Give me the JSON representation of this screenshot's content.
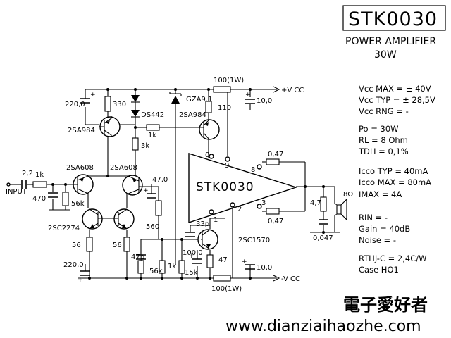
{
  "title": {
    "part": "STK0030",
    "line1": "POWER AMPLIFIER",
    "line2": "30W"
  },
  "specs": {
    "vcc_max": "Vcc MAX = ± 40V",
    "vcc_typ": "Vcc TYP = ± 28,5V",
    "vcc_rng": "Vcc RNG = -",
    "po": "Po = 30W",
    "rl": "RL = 8 Ohm",
    "tdh": "TDH = 0,1%",
    "icco_typ": "Icco TYP = 40mA",
    "icco_max": "Icco MAX = 80mA",
    "imax": "IMAX = 4A",
    "rin": "RIN = -",
    "gain": "Gain = 40dB",
    "noise": "Noise = -",
    "rthj": "RTHJ-C = 2,4C/W",
    "case": "Case HO1"
  },
  "ic_label": "STK0030",
  "pins": {
    "p0": "0",
    "p9": "9",
    "p8": "8",
    "p1": "1",
    "p2": "2",
    "p3": "3"
  },
  "labels": {
    "r_330": "330",
    "c_220_top": "220,0",
    "d_ds442": "DS442",
    "q_2sa984_left": "2SA984",
    "r_1k_mid": "1k",
    "r_3k": "3k",
    "zener": "GZA9.1",
    "q_2sa984_right": "2SA984",
    "r_110": "110",
    "r_100_1w_top": "100(1W)",
    "vcc_pos": "+V CC",
    "c_10_top": "10,0",
    "in_c": "2,2",
    "in_r": "1k",
    "input": "INPUT",
    "r_470": "470",
    "q_2sa608_left": "2SA608",
    "q_2sa608_right": "2SA608",
    "r_56k_a": "56k",
    "c_47": "47,0",
    "r_560": "560",
    "q_2sc2274": "2SC2274",
    "r_56_left": "56",
    "r_56_right": "56",
    "c_47p": "47p",
    "c_220_bot": "220,0",
    "r_56k_b": "56k",
    "r_1k_b": "1k",
    "r_15k": "15k",
    "c_33p": "33p",
    "c_100": "100,0",
    "q_2sc1570": "2SC1570",
    "r_47": "47",
    "c_10_bot": "10,0",
    "r_100_1w_bot": "100(1W)",
    "vcc_neg": "-V CC",
    "r_047_top": "0,47",
    "r_047_bot": "0,47",
    "r_4_7": "4,7",
    "c_0_047": "0,047",
    "spk": "8Ω"
  },
  "watermark": {
    "cn": "電子愛好者",
    "url": "www.dianziaihaozhe.com"
  }
}
